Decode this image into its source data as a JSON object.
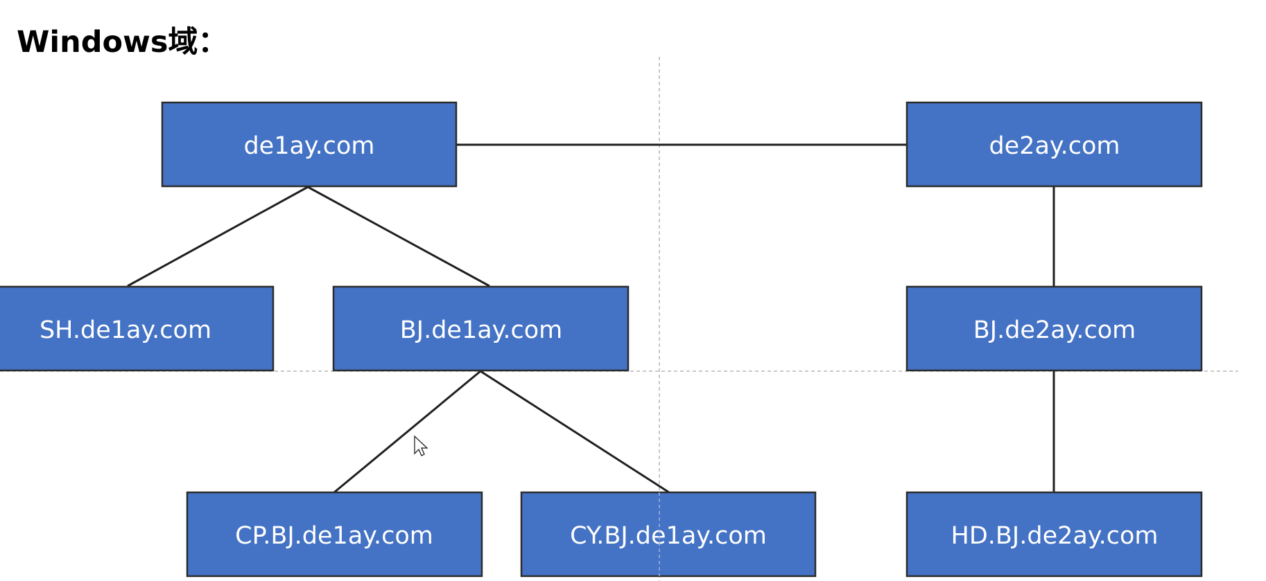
{
  "title": "Windows域：",
  "nodes": {
    "de1ay": "de1ay.com",
    "de2ay": "de2ay.com",
    "sh_de1ay": "SH.de1ay.com",
    "bj_de1ay": "BJ.de1ay.com",
    "bj_de2ay": "BJ.de2ay.com",
    "cp_bj_de1ay": "CP.BJ.de1ay.com",
    "cy_bj_de1ay": "CY.BJ.de1ay.com",
    "hd_bj_de2ay": "HD.BJ.de2ay.com"
  },
  "colors": {
    "node_fill": "#4472c4",
    "node_text": "#ffffff",
    "edge": "#1f1f1f"
  }
}
